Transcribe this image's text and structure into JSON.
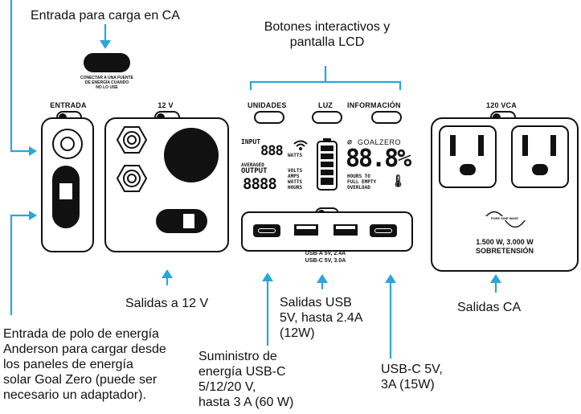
{
  "callouts": {
    "ac_charge_input": "Entrada para carga en CA",
    "buttons_lcd_line1": "Botones interactivos y",
    "buttons_lcd_line2": "pantalla LCD",
    "outputs_12v": "Salidas a 12 V",
    "usb_outputs": [
      "Salidas USB",
      "5V, hasta 2.4A",
      "(12W)"
    ],
    "ac_outputs": "Salidas CA",
    "anderson": [
      "Entrada de polo de energía",
      "Anderson para cargar desde",
      "los paneles de energía",
      "solar Goal Zero (puede ser",
      "necesario un adaptador)."
    ],
    "usbc_pd": [
      "Suministro de",
      "energía USB-C",
      "5/12/20 V,",
      "hasta 3 A (60 W)"
    ],
    "usbc_5v": [
      "USB-C 5V,",
      "3A (15W)"
    ]
  },
  "device": {
    "ac_adapter_note": [
      "CONECTAR A UNA FUENTE",
      "DE ENERGÍA CUANDO",
      "NO LO USE"
    ],
    "entrada_label": "ENTRADA",
    "twelve_v_label": "12 V",
    "ac_label": "120 VCA",
    "buttons": [
      "UNIDADES",
      "LUZ",
      "INFORMACIÓN"
    ],
    "lcd": {
      "input_label": "INPUT",
      "input_digits": "888",
      "watts_label": "WATTS",
      "averaged_label": "AVERAGED",
      "output_label": "OUTPUT",
      "output_digits": "8888",
      "units": [
        "VOLTS",
        "AMPS",
        "WATTS",
        "HOURS"
      ],
      "brand": "GOALZERO",
      "percent": "88.8%",
      "hours_to": "HOURS TO",
      "full_empty": "FULL EMPTY",
      "overload": "OVERLOAD"
    },
    "usb_specs": [
      "USB-A 5V, 2.4A",
      "USB-C 5V, 3.0A"
    ],
    "pure_sine_wave": "PURE SINE WAVE",
    "ac_rating": [
      "1.500 W, 3.000 W",
      "SOBRETENSIÓN"
    ]
  },
  "colors": {
    "accent": "#2aa6d9",
    "ink": "#111111"
  }
}
